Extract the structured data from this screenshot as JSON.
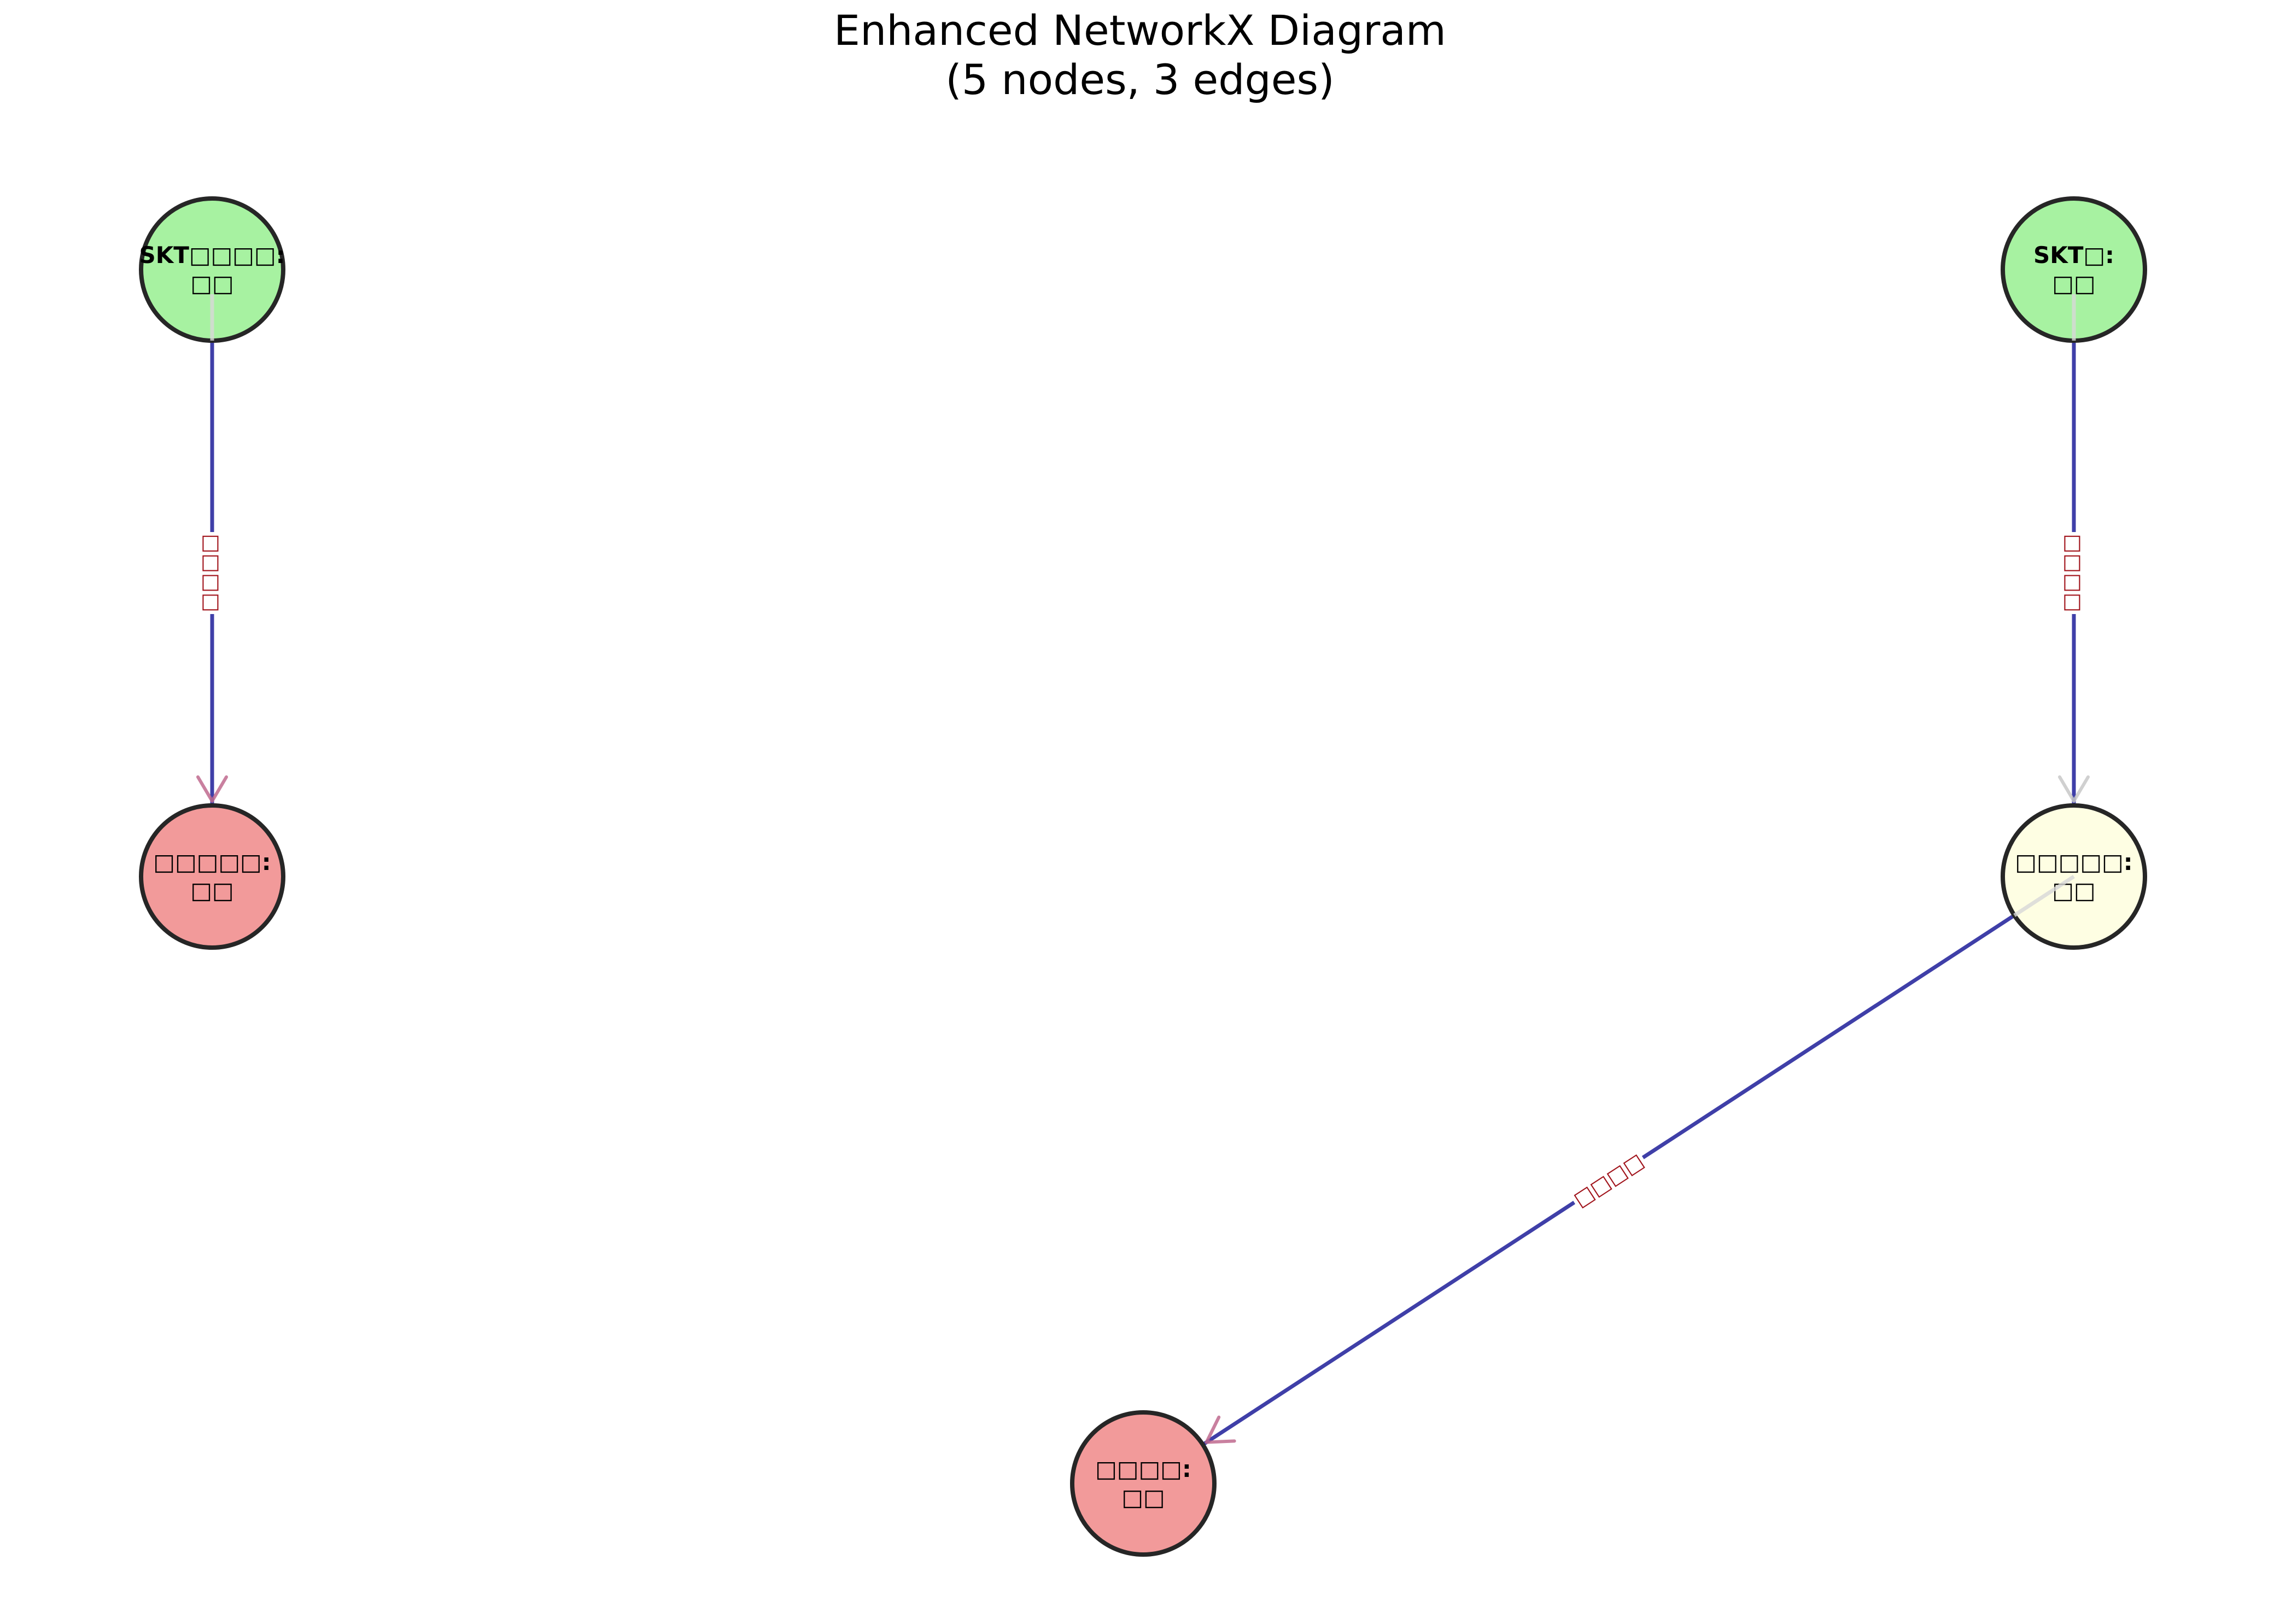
{
  "title": {
    "line1": "Enhanced NetworkX Diagram",
    "line2": "(5 nodes, 3 edges)"
  },
  "colors": {
    "green_node": "#a7f2a1",
    "red_node": "#f29a9a",
    "yellow_node": "#fefee3",
    "edge": "#3f3fa8",
    "edge_label": "#a0121a",
    "node_border": "#262626"
  },
  "nodes": [
    {
      "id": "n1",
      "line1": "SKT□□□□:",
      "line2": "□□",
      "color": "#a7f2a1"
    },
    {
      "id": "n2",
      "line1": "□□□□□:",
      "line2": "□□",
      "color": "#f29a9a"
    },
    {
      "id": "n3",
      "line1": "SKT□:",
      "line2": "□□",
      "color": "#a7f2a1"
    },
    {
      "id": "n4",
      "line1": "□□□□□:",
      "line2": "□□",
      "color": "#fefee3"
    },
    {
      "id": "n5",
      "line1": "□□□□:",
      "line2": "□□",
      "color": "#f29a9a"
    }
  ],
  "edges": [
    {
      "id": "e1",
      "source": "n1",
      "target": "n2",
      "label": "□□□□"
    },
    {
      "id": "e2",
      "source": "n3",
      "target": "n4",
      "label": "□□□□"
    },
    {
      "id": "e3",
      "source": "n4",
      "target": "n5",
      "label": "□□□□"
    }
  ]
}
